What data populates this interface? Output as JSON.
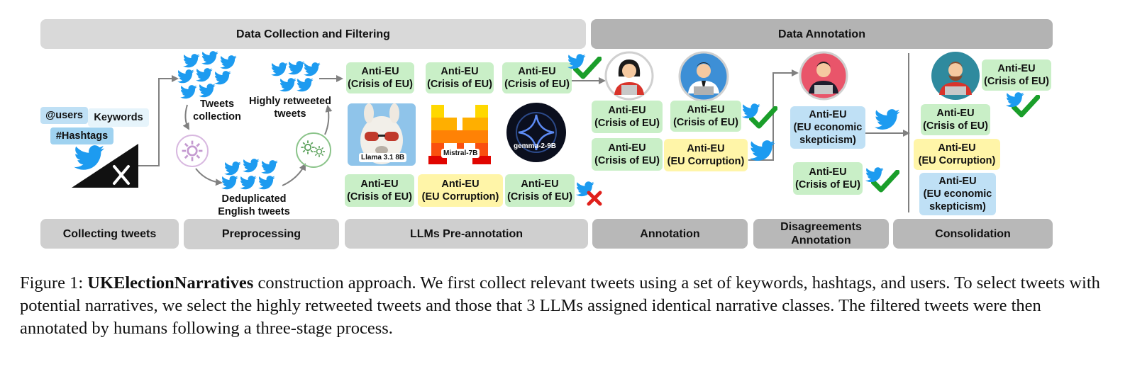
{
  "headers": {
    "collection": "Data Collection and Filtering",
    "annotation": "Data Annotation"
  },
  "steps": {
    "collecting": "Collecting tweets",
    "preprocessing": "Preprocessing",
    "llm": "LLMs Pre-annotation",
    "annotation": "Annotation",
    "disagreements_1": "Disagreements",
    "disagreements_2": "Annotation",
    "consolidation": "Consolidation"
  },
  "sources": {
    "users": "@users",
    "keywords": "Keywords",
    "hashtags": "#Hashtags"
  },
  "flow_text": {
    "tweets_collection_1": "Tweets",
    "tweets_collection_2": "collection",
    "highly_retweeted_1": "Highly retweeted",
    "highly_retweeted_2": "tweets",
    "dedup_1": "Deduplicated",
    "dedup_2": "English tweets"
  },
  "models": {
    "llama": "Llama 3.1 8B",
    "mistral": "Mistral-7B",
    "gemma": "gemma-2-9B"
  },
  "labels": {
    "anti_eu": "Anti-EU",
    "crisis": "(Crisis of EU)",
    "corruption": "(EU Corruption)",
    "econ_1": "(EU economic",
    "econ_2": "skepticism)"
  },
  "caption": {
    "prefix": "Figure 1: ",
    "title": "UKElectionNarratives",
    "body": " construction approach. We first collect relevant tweets using a set of keywords, hashtags, and users. To select tweets with potential narratives, we select the highly retweeted tweets and those that 3 LLMs assigned identical narrative classes. The filtered tweets were then annotated by humans following a three-stage process."
  },
  "colors": {
    "green_label": "#c9efc7",
    "yellow_label": "#fff5a8",
    "blue_label": "#bfe0f5",
    "twitter_blue": "#1d9bf0",
    "check_green": "#1a9e2a",
    "cross_red": "#e0201b"
  }
}
